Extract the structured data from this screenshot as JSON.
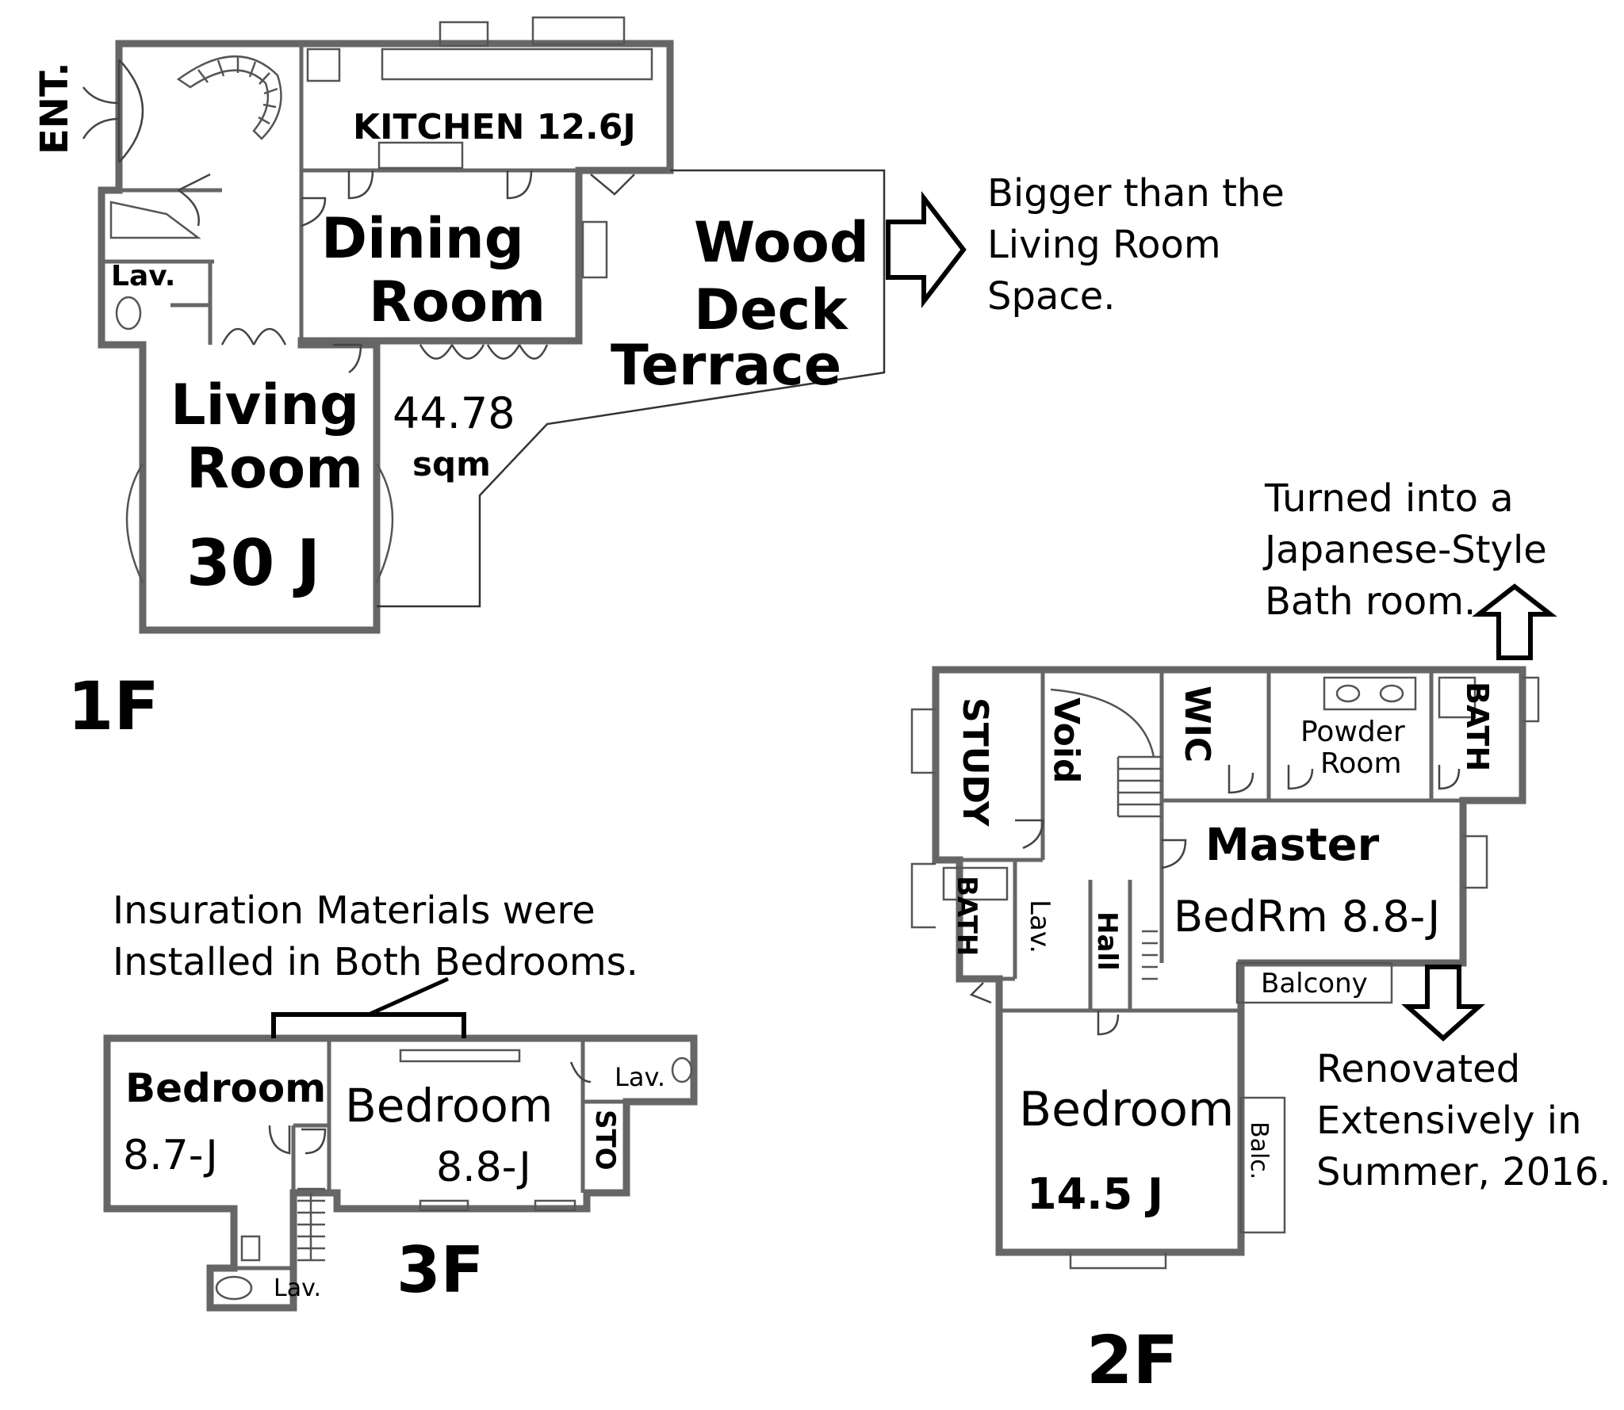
{
  "floors": {
    "f1": {
      "label": "1F",
      "entrance": "ENT.",
      "kitchen": "KITCHEN 12.6J",
      "dining_line1": "Dining",
      "dining_line2": "Room",
      "lav": "Lav.",
      "living_line1": "Living",
      "living_line2": "Room",
      "living_size": "30 J",
      "deck_line1": "Wood",
      "deck_line2": "Deck",
      "deck_line3": "Terrace",
      "deck_area": "44.78",
      "deck_unit": "sqm"
    },
    "f2": {
      "label": "2F",
      "study": "STUDY",
      "void": "Void",
      "wic": "WIC",
      "powder_line1": "Powder",
      "powder_line2": "Room",
      "bath_a": "BATH",
      "bath_b": "BATH",
      "master_line1": "Master",
      "master_line2": "BedRm 8.8-J",
      "lav": "Lav.",
      "hall": "Hall",
      "balcony": "Balcony",
      "bedroom": "Bedroom",
      "bedroom_size": "14.5 J",
      "balc": "Balc."
    },
    "f3": {
      "label": "3F",
      "bedroom_a": "Bedroom",
      "bedroom_a_size": "8.7-J",
      "bedroom_b": "Bedroom",
      "bedroom_b_size": "8.8-J",
      "lav_a": "Lav.",
      "lav_b": "Lav.",
      "sto": "STO"
    }
  },
  "notes": {
    "deck_1": "Bigger than the",
    "deck_2": "Living Room",
    "deck_3": "Space.",
    "bath_1": "Turned into a",
    "bath_2": "Japanese-Style",
    "bath_3": "Bath room.",
    "insul_1": "Insuration Materials were",
    "insul_2": "Installed in Both Bedrooms.",
    "renov_1": "Renovated",
    "renov_2": "Extensively in",
    "renov_3": "Summer, 2016."
  }
}
